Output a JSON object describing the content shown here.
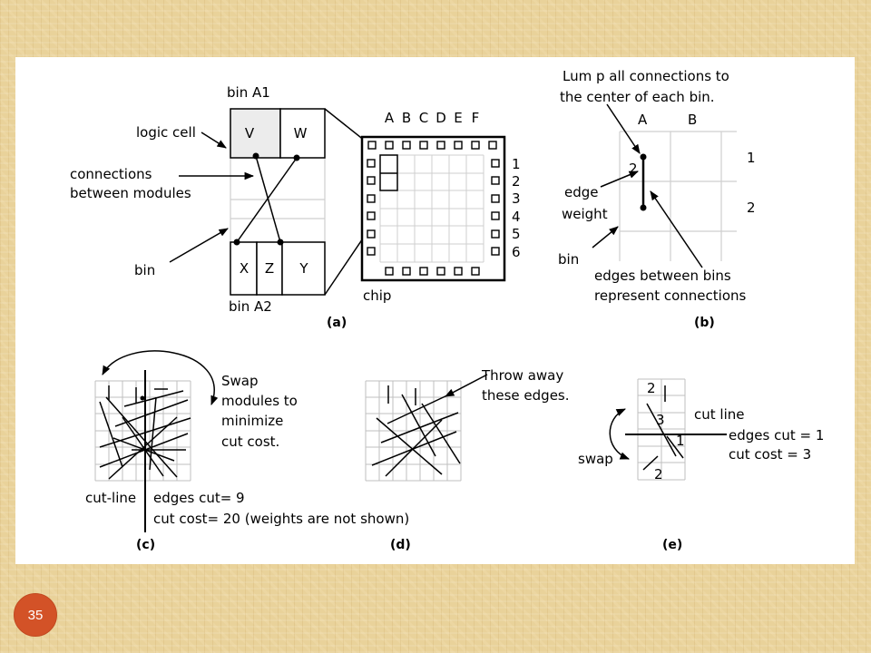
{
  "slide": {
    "page_number": "35"
  },
  "panel_a": {
    "bin_a1": "bin A1",
    "bin_a2": "bin A2",
    "logic_cell": "logic cell",
    "connections_1": "connections",
    "connections_2": "between modules",
    "bin": "bin",
    "chip": "chip",
    "cells_top": [
      "V",
      "W"
    ],
    "cells_bottom": [
      "X",
      "Z",
      "Y"
    ],
    "col_labels": [
      "A",
      "B",
      "C",
      "D",
      "E",
      "F"
    ],
    "row_labels": [
      "1",
      "2",
      "3",
      "4",
      "5",
      "6"
    ],
    "caption": "(a)"
  },
  "panel_b": {
    "note_1": "Lum p all connections to",
    "note_2": "the center of each bin.",
    "col_a": "A",
    "col_b": "B",
    "row_1": "1",
    "row_2": "2",
    "weight": "2",
    "edge": "edge",
    "weight_label": "weight",
    "bin": "bin",
    "edges_1": "edges between bins",
    "edges_2": "represent connections",
    "caption": "(b)"
  },
  "panel_c": {
    "swap_1": "Swap",
    "swap_2": "modules to",
    "swap_3": "minimize",
    "swap_4": "cut cost.",
    "cut_line": "cut-line",
    "edges_cut": "edges cut= 9",
    "cut_cost": "cut cost= 20 (weights are not shown)",
    "caption": "(c)"
  },
  "panel_d": {
    "throw_1": "Throw away",
    "throw_2": "these edges.",
    "caption": "(d)"
  },
  "panel_e": {
    "w_top": "2",
    "w_mid": "3",
    "w_right": "1",
    "w_bottom": "2",
    "swap": "swap",
    "cut_line": "cut line",
    "edges_cut": "edges cut = 1",
    "cut_cost": "cut cost = 3",
    "caption": "(e)"
  }
}
